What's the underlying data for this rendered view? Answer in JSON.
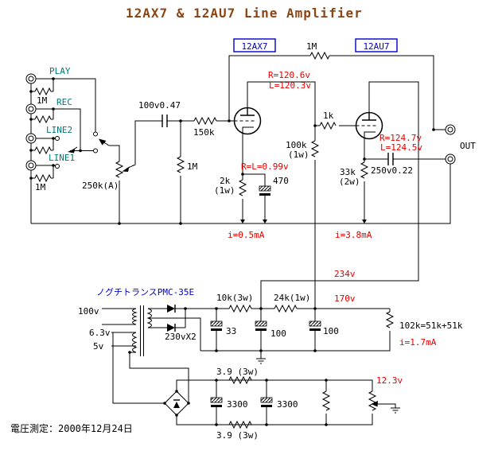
{
  "title": "12AX7 & 12AU7 Line Amplifier",
  "footer": {
    "note": "電圧測定：2000年12月24日"
  },
  "colors": {
    "accent_red": "#e60000",
    "accent_blue": "#0000cc",
    "accent_teal": "#007878",
    "title_brown": "#8b4513",
    "wire": "#000000",
    "background": "#ffffff"
  },
  "inputs": {
    "play": "PLAY",
    "rec": "REC",
    "line2": "LINE2",
    "line1": "LINE1",
    "r_play": "1M",
    "r_line1": "1M",
    "volume_pot": "250k(A)"
  },
  "stage1": {
    "tube": "12AX7",
    "input_cap": "100v0.47",
    "grid_resistor": "1M",
    "grid_stopper": "150k",
    "feedback_resistor": "1M",
    "cathode_resistor": "2k",
    "cathode_resistor_w": "(1w)",
    "cathode_cap": "470",
    "plate_resistor": "100k",
    "plate_resistor_w": "(1w)",
    "v_plate_r": "R=120.6v",
    "v_plate_l": "L=120.3v",
    "v_cathode": "R=L=0.99v",
    "i_cathode": "i=0.5mA"
  },
  "stage2": {
    "tube": "12AU7",
    "grid_resistor": "1k",
    "cathode_resistor": "33k",
    "cathode_resistor_w": "(2w)",
    "output_cap": "250v0.22",
    "out_label": "OUT",
    "v_cathode_r": "R=124.7v",
    "v_cathode_l": "L=124.5v",
    "i_cathode": "i=3.8mA"
  },
  "psu": {
    "transformer": "ノグチトランスPMC-35E",
    "tap_100v": "100v",
    "tap_63v": "6.3v",
    "tap_5v": "5v",
    "diodes": "230vX2",
    "v_b1": "234v",
    "v_b2": "170v",
    "r_filter1": "10k(3w)",
    "r_filter2": "24k(1w)",
    "c_filter1": "33",
    "c_filter2": "100",
    "c_filter3": "100",
    "r_bleeder": "102k=51k+51k",
    "i_bleeder": "i=1.7mA"
  },
  "heater": {
    "r_top": "3.9 (3w)",
    "r_bottom": "3.9 (3w)",
    "c1": "3300",
    "c2": "3300",
    "v_out": "12.3v"
  }
}
